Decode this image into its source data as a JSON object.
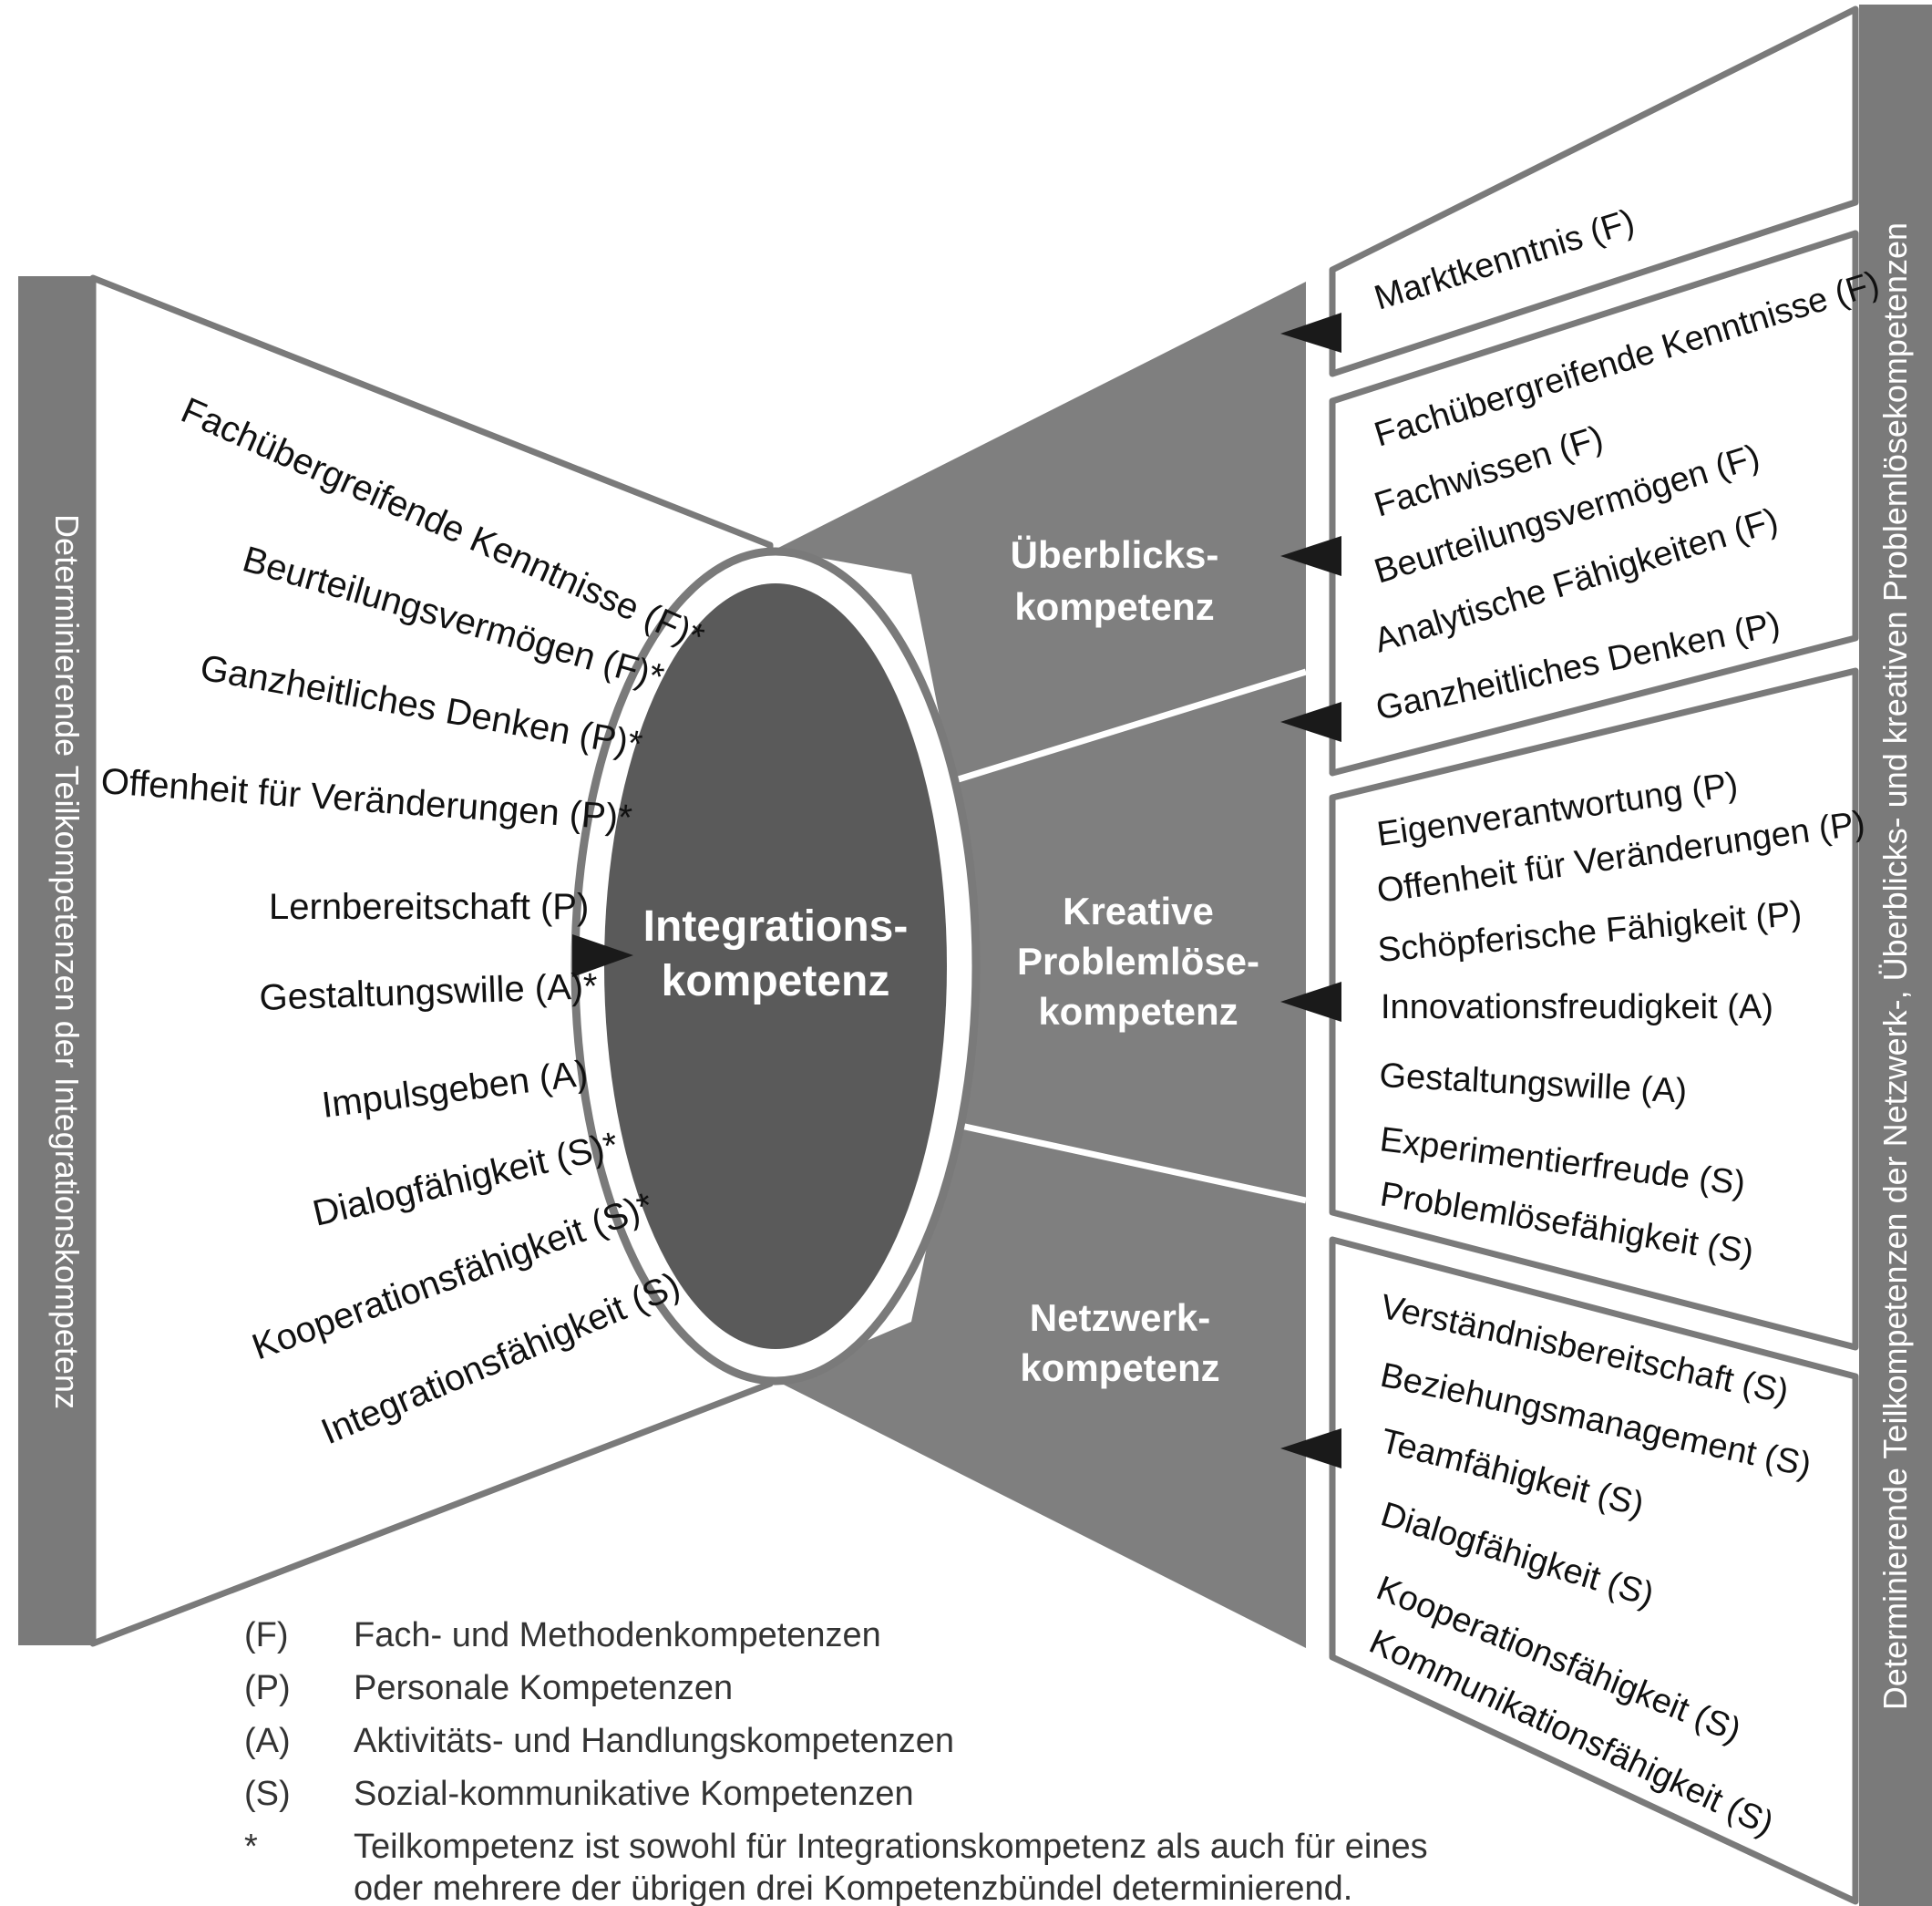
{
  "left_bar": {
    "label": "Determinierende  Teilkompetenzen der Integrationskompetenz"
  },
  "right_bar": {
    "label": "Determinierende Teilkompetenzen der Netzwerk-, Überblicks- und kreativen Problemlösekompetenzen"
  },
  "center": {
    "line1": "Integrations-",
    "line2": "kompetenz"
  },
  "left_items": [
    "Fachübergreifende Kenntnisse (F)*",
    "Beurteilungsvermögen (F)*",
    "Ganzheitliches Denken (P)*",
    "Offenheit für Veränderungen (P)*",
    "Lernbereitschaft (P)",
    "Gestaltungswille (A)*",
    "Impulsgeben (A)",
    "Dialogfähigkeit (S)*",
    "Kooperationsfähigkeit (S)*",
    "Integrationsfähigkeit (S)"
  ],
  "bundles": {
    "ueberblick": {
      "line1": "Überblicks-",
      "line2": "kompetenz"
    },
    "kreativ": {
      "line1": "Kreative",
      "line2": "Problemlöse-",
      "line3": "kompetenz"
    },
    "netzwerk": {
      "line1": "Netzwerk-",
      "line2": "kompetenz"
    }
  },
  "right_groups": {
    "markt": [
      "Marktkenntnis (F)"
    ],
    "ueberblick": [
      "Fachübergreifende Kenntnisse (F)",
      "Fachwissen (F)",
      "Beurteilungsvermögen (F)",
      "Analytische Fähigkeiten (F)",
      "Ganzheitliches Denken  (P)"
    ],
    "kreativ": [
      "Eigenverantwortung  (P)",
      "Offenheit für Veränderungen (P)",
      "Schöpferische Fähigkeit (P)",
      "Innovationsfreudigkeit (A)",
      "Gestaltungswille  (A)",
      "Experimentierfreude (S)",
      "Problemlösefähigkeit (S)"
    ],
    "netzwerk": [
      "Verständnisbereitschaft (S)",
      "Beziehungsmanagement (S)",
      "Teamfähigkeit (S)",
      "Dialogfähigkeit (S)",
      "Kooperationsfähigkeit (S)",
      "Kommunikationsfähigkeit (S)"
    ]
  },
  "legend": [
    {
      "key": "(F)",
      "text": "Fach- und Methodenkompetenzen"
    },
    {
      "key": "(P)",
      "text": "Personale Kompetenzen"
    },
    {
      "key": "(A)",
      "text": "Aktivitäts- und Handlungskompetenzen"
    },
    {
      "key": "(S)",
      "text": "Sozial-kommunikative Kompetenzen"
    },
    {
      "key": "*",
      "text": "Teilkompetenz ist sowohl für Integrationskompetenz als auch für eines"
    },
    {
      "key": "",
      "text": "oder mehrere der übrigen drei Kompetenzbündel determinierend."
    }
  ],
  "colors": {
    "bar": "#7a7a7a",
    "bundle_fill": "#7f7f7f",
    "ellipse_fill": "#5a5a5a",
    "outline": "#7a7a7a"
  }
}
